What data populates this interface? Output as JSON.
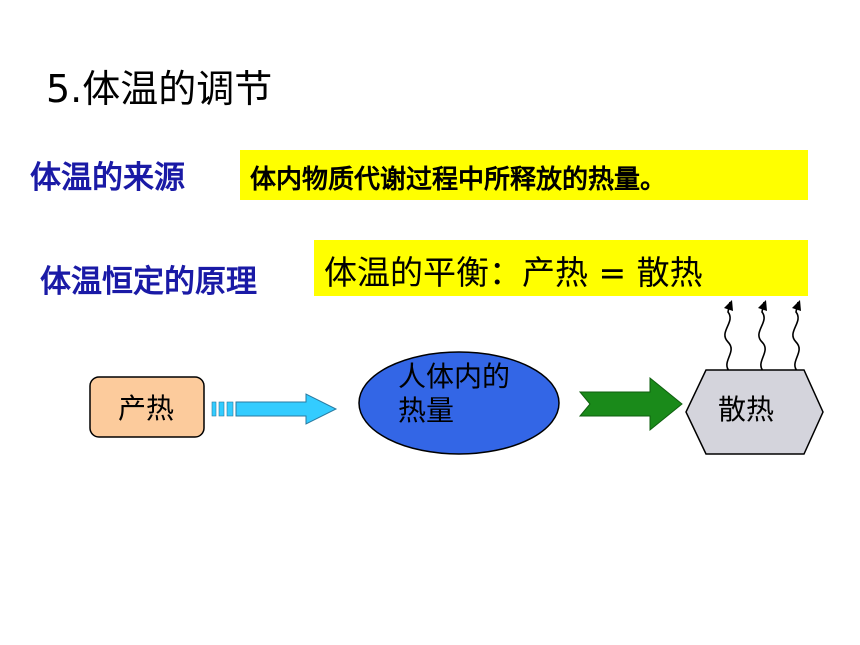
{
  "title": "5.体温的调节",
  "source": {
    "label": "体温的来源",
    "text": "体内物质代谢过程中所释放的热量。"
  },
  "principle": {
    "label": "体温恒定的原理",
    "text": "体温的平衡：产热 = 散热"
  },
  "diagram": {
    "produce_label": "产热",
    "body_heat_line1": "人体内的",
    "body_heat_line2": "热量",
    "dissipate_label": "散热"
  },
  "colors": {
    "label_blue": "#1a1aa6",
    "highlight_yellow": "#ffff00",
    "produce_fill": "#fccb9c",
    "ellipse_fill": "#3366e6",
    "arrow_cyan": "#33ccff",
    "arrow_green": "#1a8a1a",
    "hexagon_fill": "#d4d4dc"
  }
}
